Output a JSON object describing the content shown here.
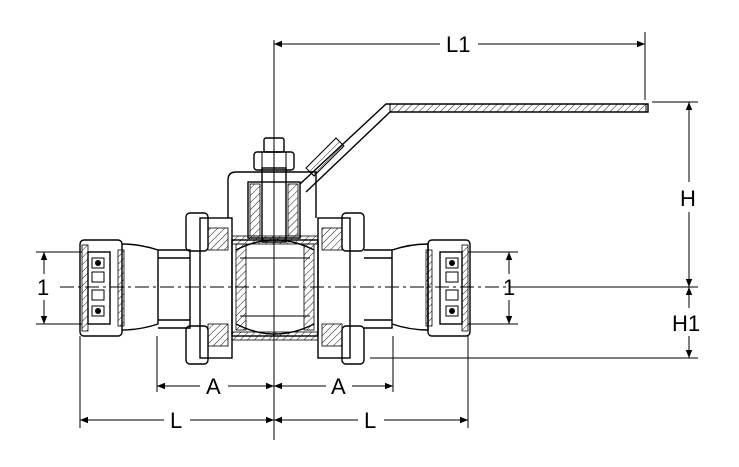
{
  "labels": {
    "l1": "L1",
    "h": "H",
    "h1": "H1",
    "a_left": "A",
    "a_right": "A",
    "l_left": "L",
    "l_right": "L",
    "bore_left": "1",
    "bore_right": "1"
  }
}
